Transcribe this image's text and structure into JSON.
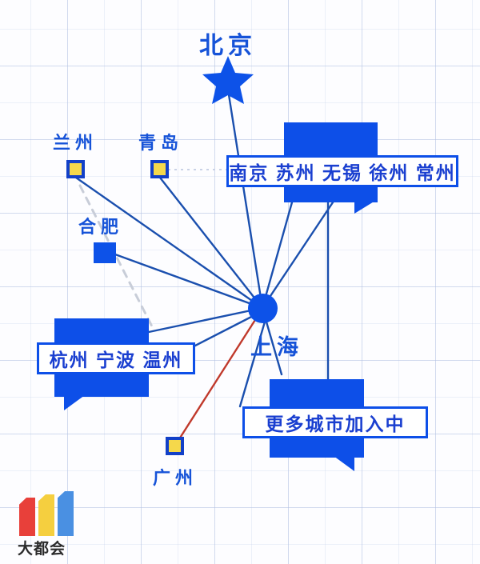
{
  "diagram": {
    "title_marker": "北京",
    "hub": {
      "label": "上海",
      "type": "circle-hub"
    },
    "cities": [
      {
        "name": "兰州",
        "marker": "yellow-square"
      },
      {
        "name": "青岛",
        "marker": "yellow-square"
      },
      {
        "name": "合肥",
        "marker": "solid-square"
      },
      {
        "name": "广州",
        "marker": "yellow-square"
      }
    ],
    "bubbles": [
      {
        "id": "east",
        "text": "南京 苏州 无锡 徐州 常州"
      },
      {
        "id": "south",
        "text": "杭州 宁波 温州"
      },
      {
        "id": "more",
        "text": "更多城市加入中"
      }
    ],
    "logo": {
      "text": "大都会",
      "colors": [
        "#e8403a",
        "#f5cf3f",
        "#4a90e2"
      ]
    },
    "colors": {
      "brand_blue": "#0d4fe8",
      "line_blue": "#1a4fae",
      "line_red": "#c0392b",
      "marker_yellow": "#f5d84b",
      "grid": "#afbee1"
    }
  }
}
